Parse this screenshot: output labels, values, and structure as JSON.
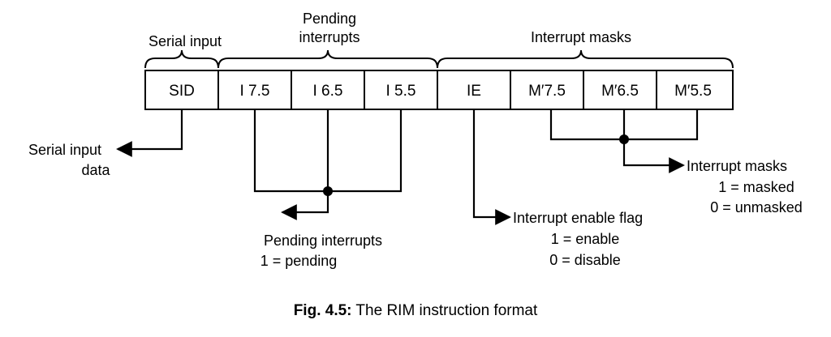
{
  "groups": {
    "serial_input": "Serial input",
    "pending_line1": "Pending",
    "pending_line2": "interrupts",
    "interrupt_masks": "Interrupt masks"
  },
  "register": {
    "cells": [
      "SID",
      "I 7.5",
      "I 6.5",
      "I 5.5",
      "IE",
      "M′7.5",
      "M′6.5",
      "M′5.5"
    ]
  },
  "annotations": {
    "serial_data_line1": "Serial input",
    "serial_data_line2": "data",
    "pending_title": "Pending interrupts",
    "pending_value": "1 = pending",
    "ie_title": "Interrupt enable flag",
    "ie_value1": "1 = enable",
    "ie_value0": "0 = disable",
    "masks_title": "Interrupt masks",
    "masks_value1": "1 = masked",
    "masks_value0": "0 = unmasked"
  },
  "caption": {
    "label": "Fig. 4.5:",
    "text": " The RIM instruction format"
  }
}
